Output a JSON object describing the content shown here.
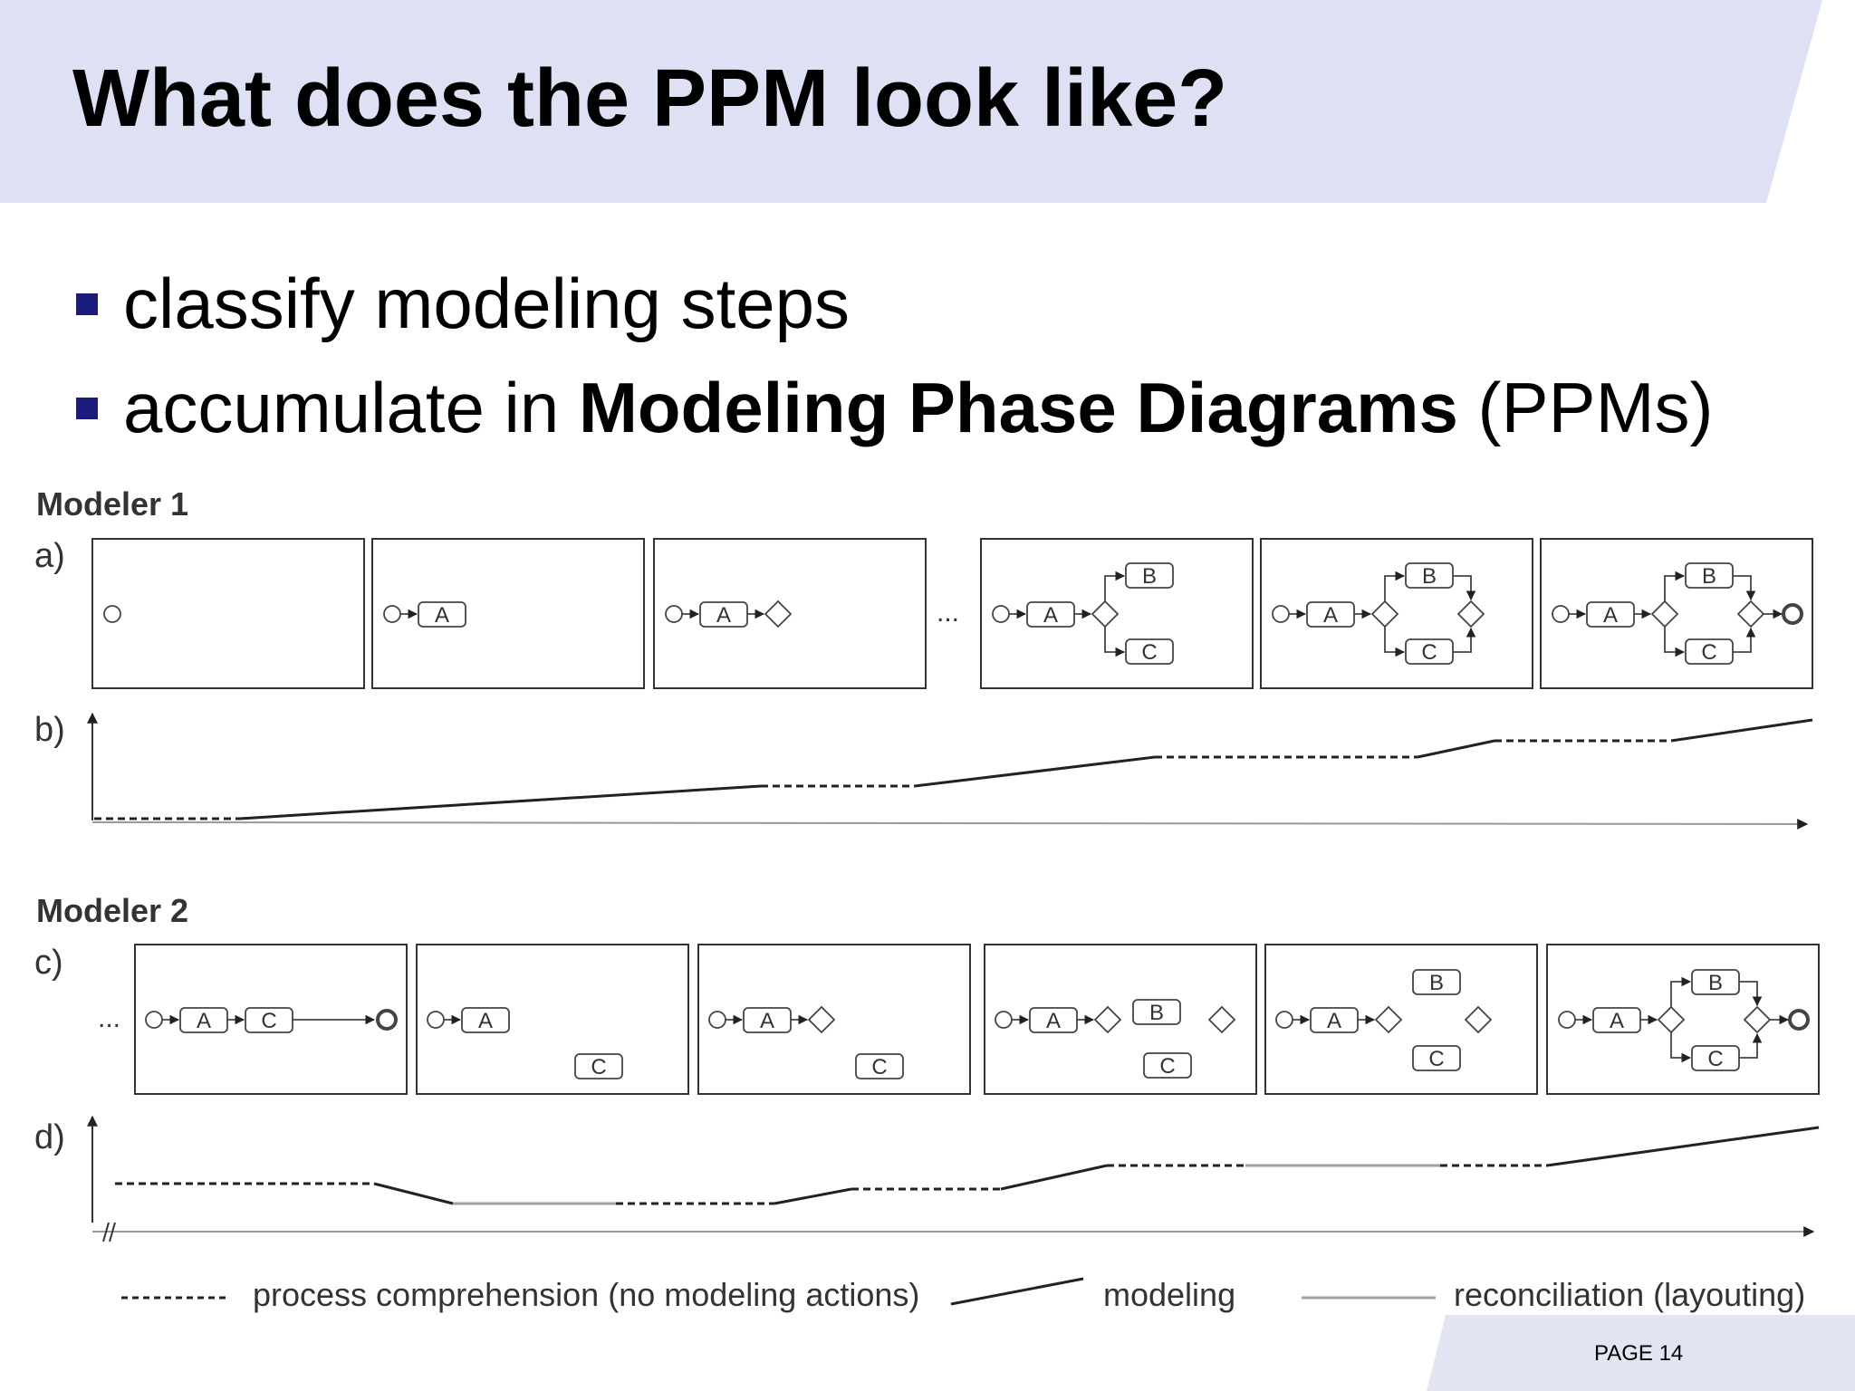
{
  "slide": {
    "title": "What does the PPM look like?",
    "bullets": [
      {
        "text": "classify modeling steps"
      },
      {
        "text_before": "accumulate in ",
        "text_bold": "Modeling Phase Diagrams",
        "text_after": " (PPMs)"
      }
    ],
    "page_label": "PAGE 14"
  },
  "colors": {
    "header_band": "#dde1f3",
    "footer_band": "#e3e6f2",
    "bullet_square": "#1c1c7c",
    "reconciliation_line": "#a0a0a0"
  },
  "figure": {
    "modeler1_label": "Modeler 1",
    "modeler2_label": "Modeler 2",
    "row_labels": {
      "a": "a)",
      "b": "b)",
      "c": "c)",
      "d": "d)"
    },
    "ellipsis": "...",
    "task_labels": {
      "A": "A",
      "B": "B",
      "C": "C"
    },
    "legend": [
      {
        "style": "dashed",
        "label": "process comprehension (no modeling actions)"
      },
      {
        "style": "solid",
        "label": "modeling"
      },
      {
        "style": "gray",
        "label": "reconciliation (layouting)"
      }
    ]
  }
}
